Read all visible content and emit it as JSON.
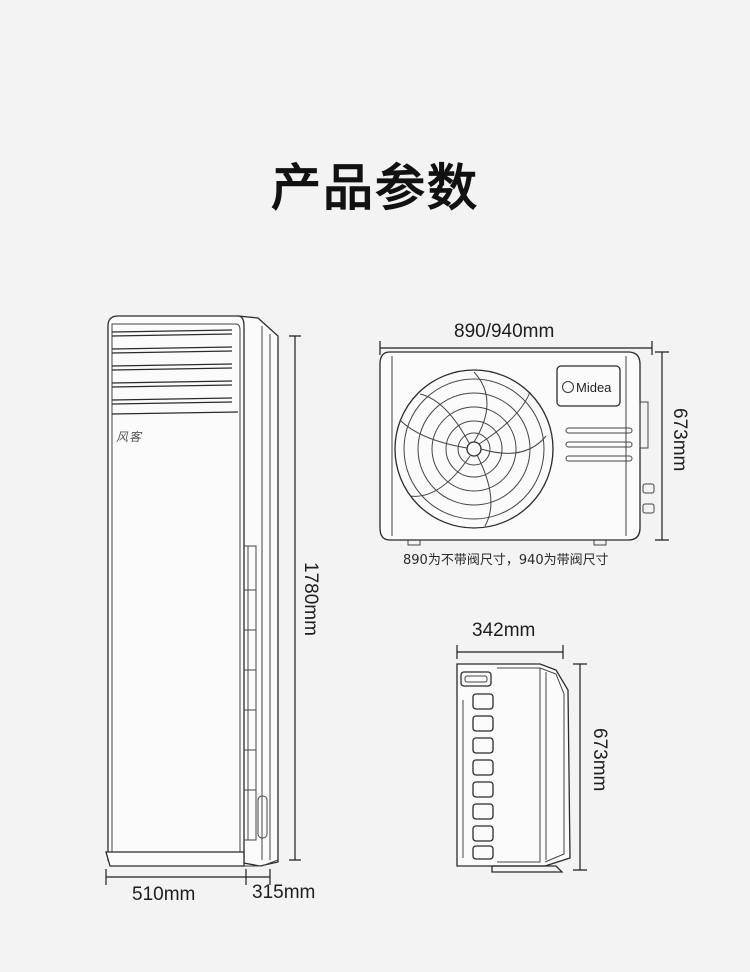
{
  "title": "产品参数",
  "indoor_unit": {
    "logo_text": "风客",
    "height_label": "1780mm",
    "width_label": "510mm",
    "depth_label": "315mm"
  },
  "outdoor_unit": {
    "brand": "Midea",
    "width_label": "890/940mm",
    "height_label": "673mm",
    "note": "890为不带阀尺寸，940为带阀尺寸"
  },
  "outdoor_side": {
    "depth_label": "342mm",
    "height_label": "673mm"
  }
}
